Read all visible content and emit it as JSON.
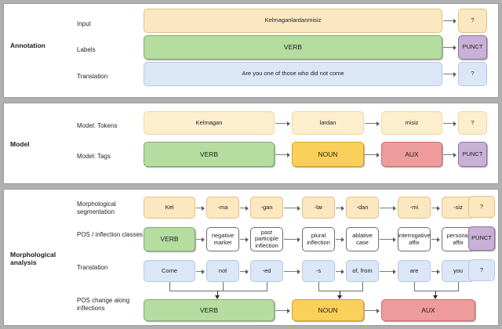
{
  "sections": [
    {
      "title": "Annotation",
      "rows": [
        {
          "label": "Input",
          "main": "Kelmaganlardanmisiz",
          "tail": "?"
        },
        {
          "label": "Labels",
          "main": "VERB",
          "tail": "PUNCT"
        },
        {
          "label": "Translation",
          "main": "Are you one of those who did not come",
          "tail": "?"
        }
      ]
    },
    {
      "title": "Model",
      "rows": [
        {
          "label": "Model: Tokens",
          "cells": [
            "Kelmagan",
            "lardan",
            "misiz"
          ],
          "tail": "?"
        },
        {
          "label": "Model: Tags",
          "cells": [
            "VERB",
            "NOUN",
            "AUX"
          ],
          "tail": "PUNCT"
        }
      ]
    },
    {
      "title": "Morphological analysis",
      "rows": [
        {
          "label": "Morphological segmentation",
          "cells": [
            "Kel",
            "-ma",
            "-gan",
            "-lar",
            "-dan",
            "-mi",
            "-siz"
          ],
          "tail": "?"
        },
        {
          "label": "POS / inflection classes",
          "cells": [
            "VERB",
            "negative marker",
            "past participle inflection",
            "plural inflection",
            "ablative case",
            "interrogative affix",
            "personal affix"
          ],
          "tail": "PUNCT"
        },
        {
          "label": "Translation",
          "cells": [
            "Come",
            "not",
            "-ed",
            "-s",
            "of, from",
            "are",
            "you"
          ],
          "tail": "?"
        },
        {
          "label": "POS change along inflections",
          "cells": [
            "VERB",
            "NOUN",
            "AUX"
          ]
        }
      ]
    }
  ],
  "colors": {
    "token_yellow": "#fbe8c0",
    "verb_green": "#b5dda0",
    "translation_blue": "#dbe6f7",
    "punct_purple": "#c9b1d6",
    "noun_amber": "#fad05a",
    "aux_salmon": "#ee9b9b",
    "inflection_white": "#ffffff",
    "page_background": "#b0b0b0",
    "panel_background": "#ffffff"
  }
}
